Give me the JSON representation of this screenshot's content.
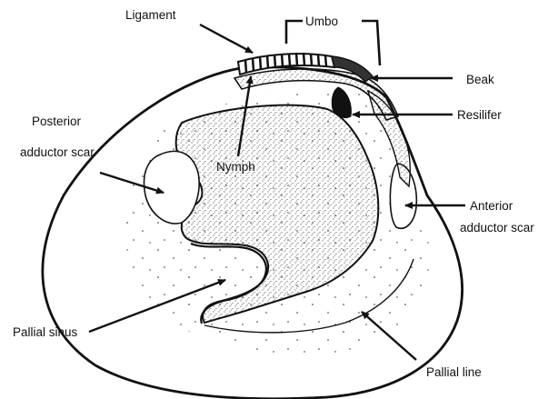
{
  "labels": {
    "ligament": "Ligament",
    "umbo": "Umbo",
    "beak": "Beak",
    "resilifer": "Resilifer",
    "posterior_adductor_scar_1": "Posterior",
    "posterior_adductor_scar_2": "adductor scar",
    "nymph": "Nymph",
    "anterior_adductor_scar_1": "Anterior",
    "anterior_adductor_scar_2": "adductor scar",
    "pallial_sinus": "Pallial sinus",
    "pallial_line": "Pallial line"
  },
  "colors": {
    "ink": "#111111",
    "background": "#ffffff"
  }
}
